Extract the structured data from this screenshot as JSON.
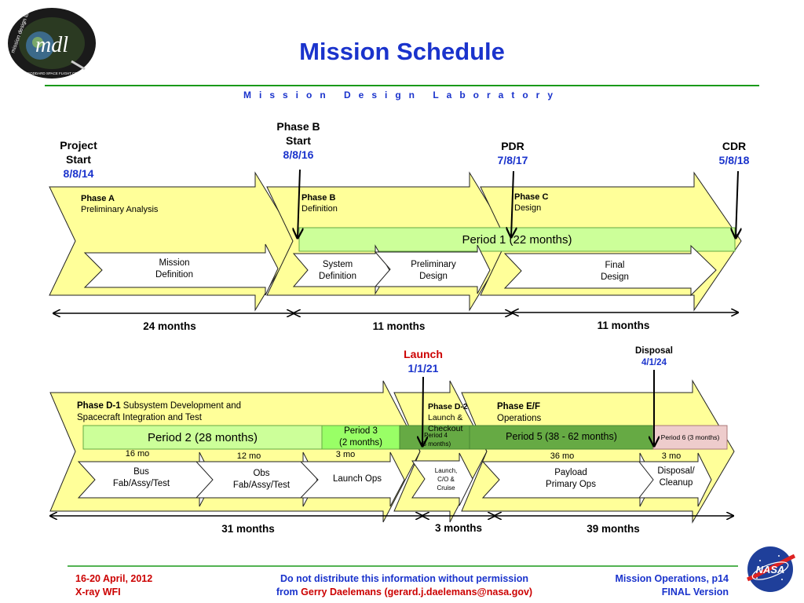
{
  "logo": {
    "mdl_text": "mdl",
    "ring_text": "mission design lab",
    "ring_text_bottom": "NASA GODDARD SPACE FLIGHT CENTER"
  },
  "header": {
    "title": "Mission Schedule",
    "subtitle": "Mission Design Laboratory"
  },
  "top": {
    "milestones": {
      "project_start": {
        "line1": "Project",
        "line2": "Start",
        "date": "8/8/14"
      },
      "phase_b_start": {
        "line1": "Phase B",
        "line2": "Start",
        "date": "8/8/16"
      },
      "pdr": {
        "line1": "PDR",
        "date": "7/8/17"
      },
      "cdr": {
        "line1": "CDR",
        "date": "5/8/18"
      }
    },
    "phases": {
      "a": {
        "name": "Phase A",
        "desc": "Preliminary Analysis"
      },
      "b": {
        "name": "Phase B",
        "desc": "Definition"
      },
      "c": {
        "name": "Phase C",
        "desc": "Design"
      }
    },
    "period1": "Period 1  (22 months)",
    "boxes": {
      "mission_def": {
        "l1": "Mission",
        "l2": "Definition"
      },
      "system_def": {
        "l1": "System",
        "l2": "Definition"
      },
      "prelim_design": {
        "l1": "Preliminary",
        "l2": "Design"
      },
      "final_design": {
        "l1": "Final",
        "l2": "Design"
      }
    },
    "durations": {
      "d1": "24 months",
      "d2": "11 months",
      "d3": "11 months"
    }
  },
  "bottom": {
    "milestones": {
      "launch": {
        "line1": "Launch",
        "date": "1/1/21"
      },
      "disposal": {
        "line1": "Disposal",
        "date": "4/1/24"
      }
    },
    "phases": {
      "d1": {
        "name": "Phase D-1",
        "desc1": " Subsystem Development and",
        "desc2": "Spacecraft Integration and Test"
      },
      "d2": {
        "name": "Phase D-2",
        "desc1": "Launch &",
        "desc2": "Checkout"
      },
      "ef": {
        "name": "Phase E/F",
        "desc": "Operations"
      }
    },
    "periods": {
      "p2": "Period 2 (28 months)",
      "p3_l1": "Period 3",
      "p3_l2": "(2 months)",
      "p4_l1": "Period 4",
      "p4_l2": "(3 months)",
      "p5": "Period 5 (38 - 62 months)",
      "p6": "Period 6 (3 months)"
    },
    "month_labels": {
      "m1": "16 mo",
      "m2": "12 mo",
      "m3": "3 mo",
      "m4": "36 mo",
      "m5": "3 mo"
    },
    "boxes": {
      "bus": {
        "l1": "Bus",
        "l2": "Fab/Assy/Test"
      },
      "obs": {
        "l1": "Obs",
        "l2": "Fab/Assy/Test"
      },
      "launch_ops": {
        "l1": "Launch Ops"
      },
      "launch_co": {
        "l1": "Launch,",
        "l2": "C/O &",
        "l3": "Cruise"
      },
      "payload": {
        "l1": "Payload",
        "l2": "Primary Ops"
      },
      "disposal": {
        "l1": "Disposal/",
        "l2": "Cleanup"
      }
    },
    "durations": {
      "d1": "31 months",
      "d2": "3 months",
      "d3": "39 months"
    }
  },
  "footer": {
    "left1": "16-20 April, 2012",
    "left2": "X-ray WFI",
    "center1": "Do not distribute this information without permission",
    "center2_a": "from ",
    "center2_b": "Gerry Daelemans (gerard.j.daelemans@nasa.gov)",
    "right1": "Mission Operations, p14",
    "right2": "FINAL Version",
    "nasa": "NASA"
  },
  "colors": {
    "arrow_fill": "#ffff99",
    "period_light": "#ccff99",
    "period_green": "#99ff66",
    "period_dark": "#66aa44",
    "period_pink": "#eecccc",
    "title_blue": "#1a33cc",
    "footer_red": "#cc0000",
    "rule_green": "#1a9a1a"
  }
}
